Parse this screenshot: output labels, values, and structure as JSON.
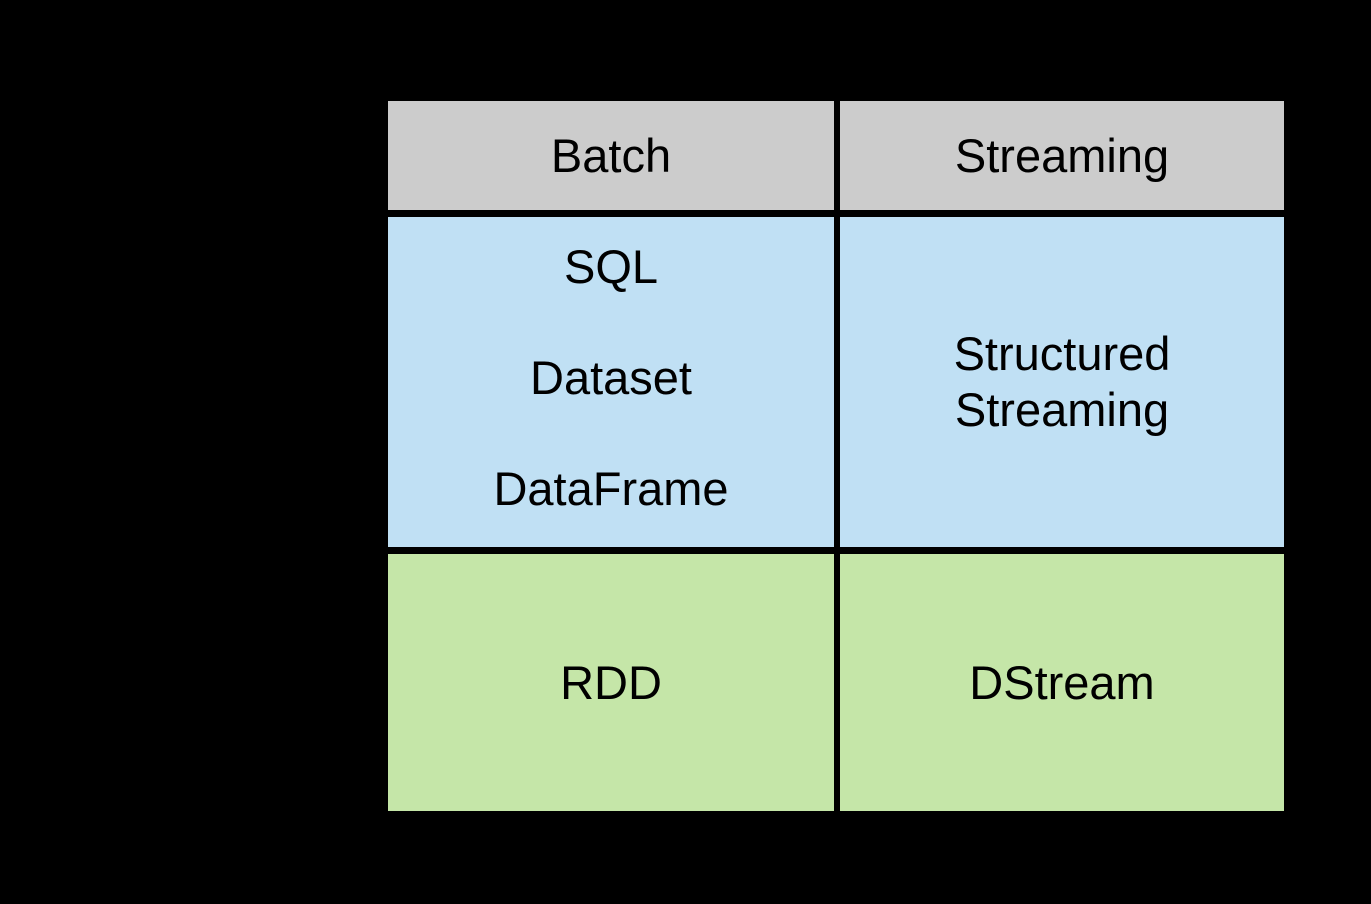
{
  "colors": {
    "background": "#000000",
    "header_bg": "#cccccc",
    "api_row_bg": "#c0e0f4",
    "engine_row_bg": "#c5e6a8",
    "grid_line": "#000000",
    "text": "#000000"
  },
  "table": {
    "headers": [
      {
        "label": "Batch"
      },
      {
        "label": "Streaming"
      }
    ],
    "rows": [
      {
        "cells": [
          {
            "lines": [
              "SQL",
              "Dataset",
              "DataFrame"
            ]
          },
          {
            "lines": [
              "Structured",
              "Streaming"
            ]
          }
        ]
      },
      {
        "cells": [
          {
            "lines": [
              "RDD"
            ]
          },
          {
            "lines": [
              "DStream"
            ]
          }
        ]
      }
    ]
  }
}
